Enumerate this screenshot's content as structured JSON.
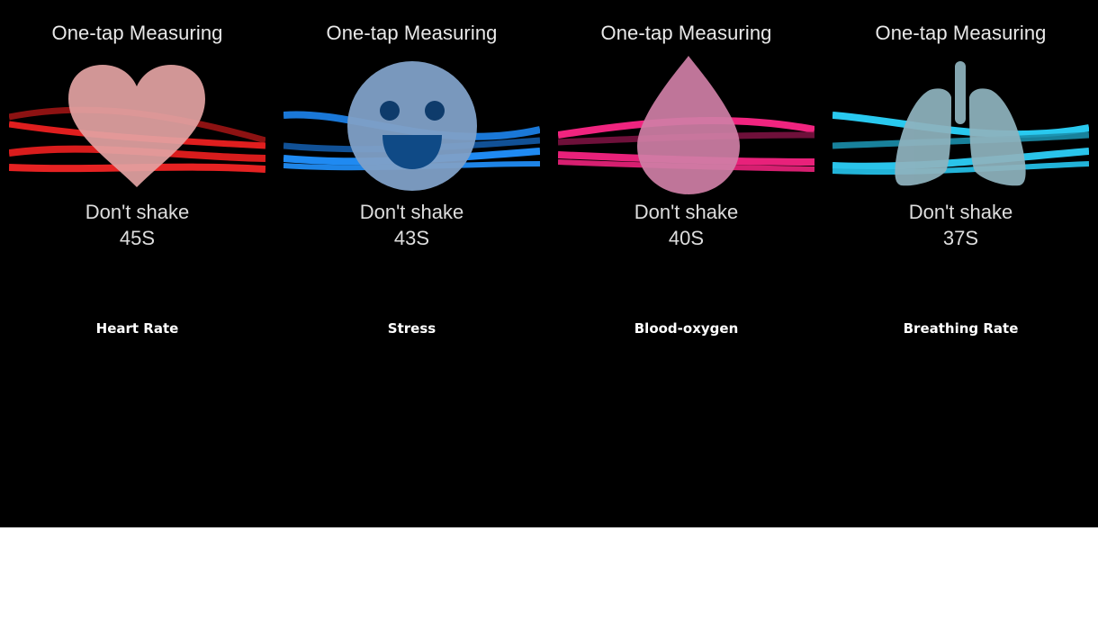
{
  "panels": [
    {
      "title": "One-tap Measuring",
      "hint": "Don't shake",
      "countdown": "45S",
      "caption": "Heart Rate",
      "icon": "heart-icon",
      "accent_color": "#e0221f"
    },
    {
      "title": "One-tap Measuring",
      "hint": "Don't shake",
      "countdown": "43S",
      "caption": "Stress",
      "icon": "smiley-face-icon",
      "accent_color": "#1f86f0"
    },
    {
      "title": "One-tap Measuring",
      "hint": "Don't shake",
      "countdown": "40S",
      "caption": "Blood-oxygen",
      "icon": "blood-drop-icon",
      "accent_color": "#f0237f"
    },
    {
      "title": "One-tap Measuring",
      "hint": "Don't shake",
      "countdown": "37S",
      "caption": "Breathing Rate",
      "icon": "lungs-icon",
      "accent_color": "#27c3e8"
    }
  ],
  "colors": {
    "background": "#000000",
    "text": "#e9e9e9",
    "caption": "#ffffff"
  }
}
